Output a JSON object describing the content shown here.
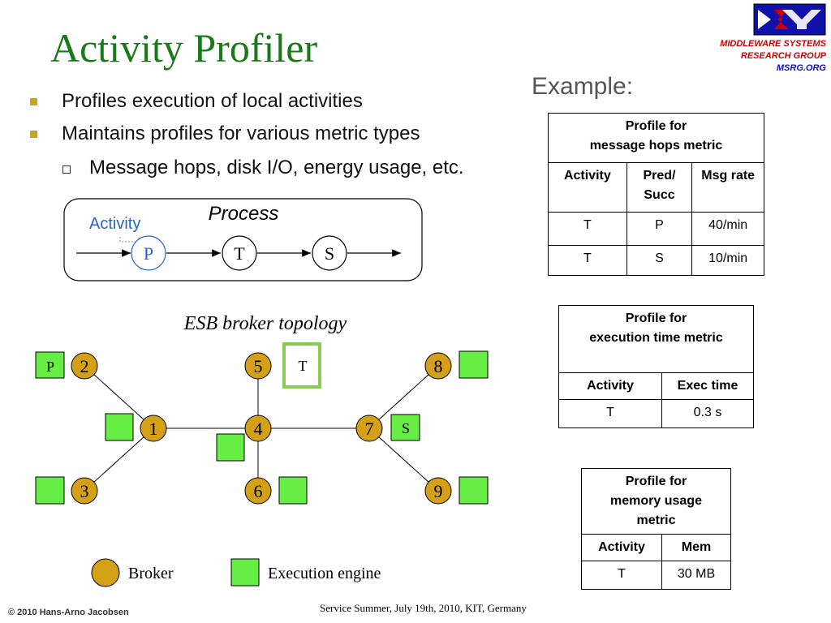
{
  "title": "Activity Profiler",
  "logo": {
    "line1": "MIDDLEWARE SYSTEMS",
    "line2": "RESEARCH GROUP",
    "line3": "MSRG.ORG",
    "colors": {
      "blue": "#1010aa",
      "red": "#cc0000"
    }
  },
  "bullets": [
    "Profiles execution of local activities",
    "Maintains profiles for various metric types"
  ],
  "sub_bullets": [
    "Message hops, disk I/O, energy usage, etc."
  ],
  "example_label": "Example:",
  "process": {
    "title": "Process",
    "activity_label": "Activity",
    "nodes": [
      "P",
      "T",
      "S"
    ]
  },
  "topology": {
    "title": "ESB broker topology",
    "brokers": [
      "1",
      "2",
      "3",
      "4",
      "5",
      "6",
      "7",
      "8",
      "9"
    ],
    "engine_labels": {
      "p": "P",
      "t": "T",
      "s": "S"
    }
  },
  "legend": {
    "broker": "Broker",
    "engine": "Execution engine"
  },
  "colors": {
    "title_green": "#1a7a1a",
    "broker_fill": "#d4a017",
    "engine_fill": "#66ee44",
    "highlight_border": "#88cc55",
    "process_p": "#2266cc"
  },
  "tables": {
    "hops": {
      "caption_line1": "Profile for",
      "caption_line2": "message hops metric",
      "headers": [
        "Activity",
        "Pred/ Succ",
        "Msg rate"
      ],
      "rows": [
        [
          "T",
          "P",
          "40/min"
        ],
        [
          "T",
          "S",
          "10/min"
        ]
      ]
    },
    "exec": {
      "caption_line1": "Profile for",
      "caption_line2": "execution time metric",
      "headers": [
        "Activity",
        "Exec time"
      ],
      "rows": [
        [
          "T",
          "0.3 s"
        ]
      ]
    },
    "mem": {
      "caption_line1": "Profile for",
      "caption_line2": "memory usage",
      "caption_line3": "metric",
      "headers": [
        "Activity",
        "Mem"
      ],
      "rows": [
        [
          "T",
          "30 MB"
        ]
      ]
    }
  },
  "footer": {
    "copyright": "© 2010 Hans-Arno Jacobsen",
    "event": "Service Summer, July 19th, 2010, KIT, Germany"
  }
}
